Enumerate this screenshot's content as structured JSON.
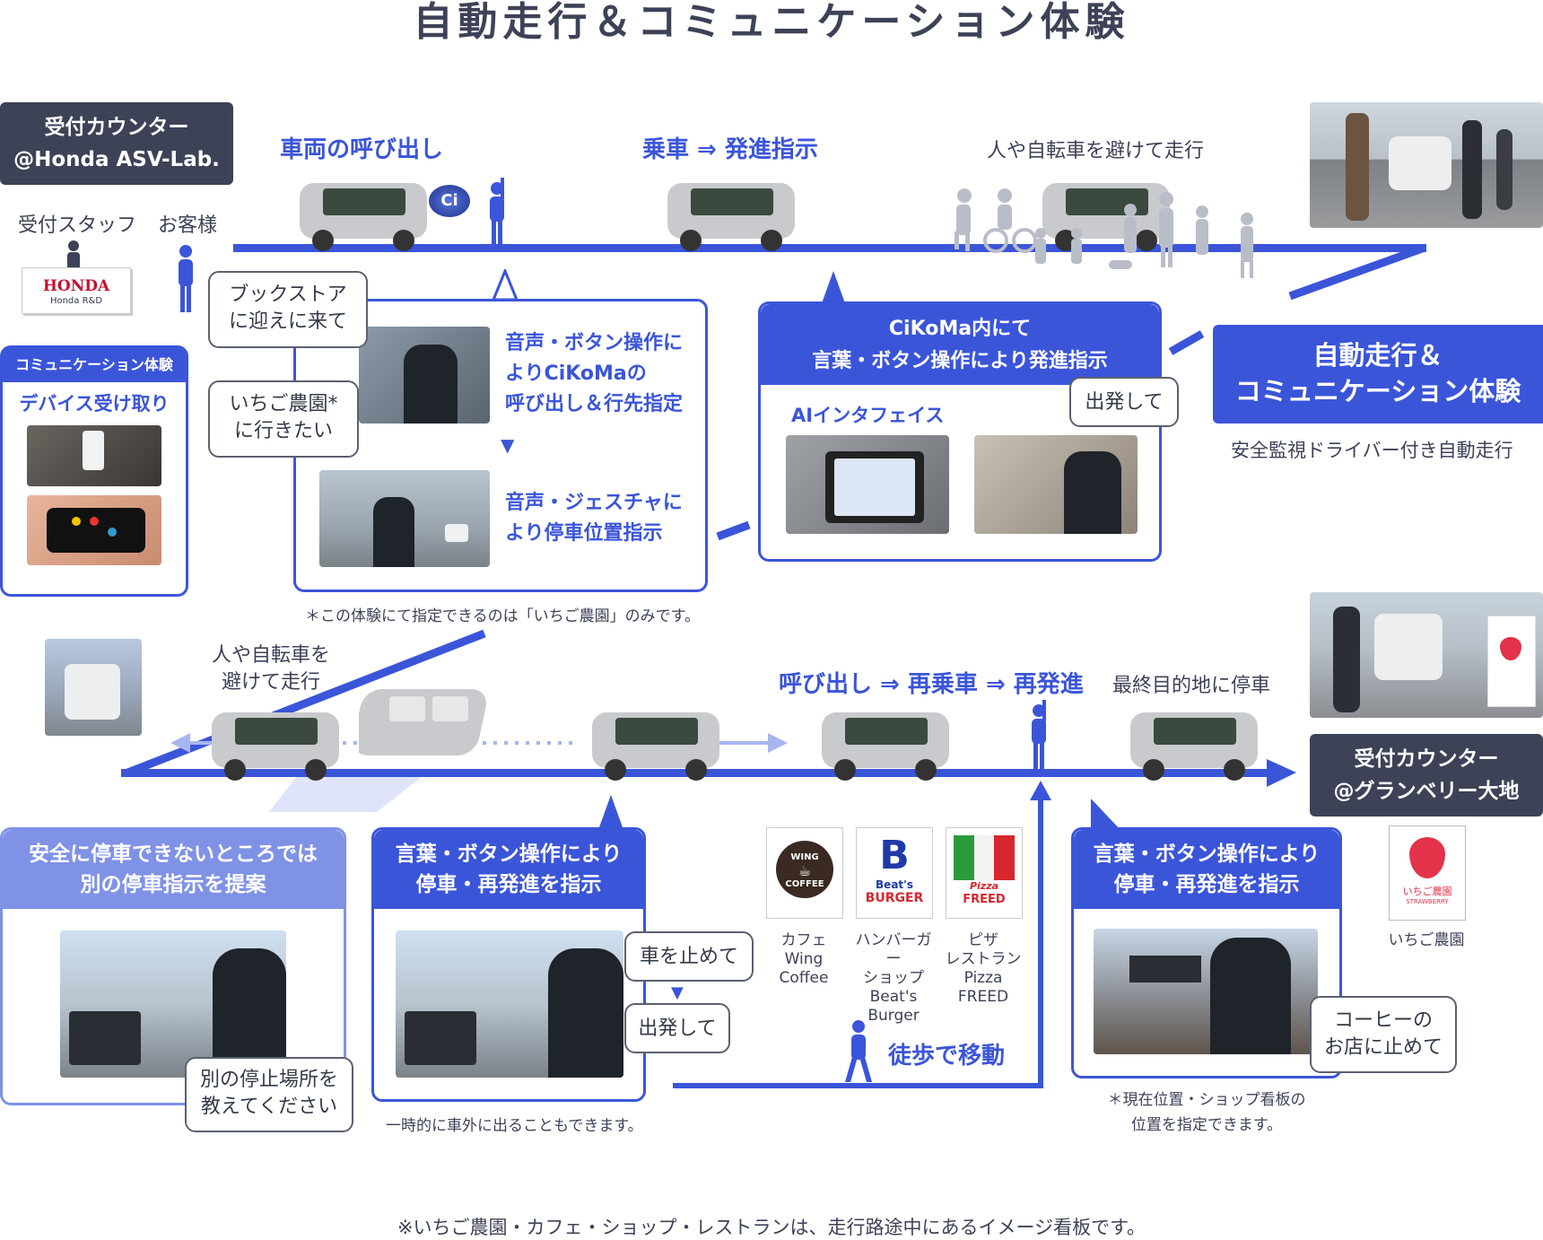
{
  "title": "自動走行＆コミュニケーション体験",
  "reception_start": {
    "line1": "受付カウンター",
    "line2": "@Honda ASV-Lab."
  },
  "staff_label": "受付スタッフ",
  "customer_label": "お客様",
  "honda_sign": {
    "brand": "HONDA",
    "sub": "Honda R&D"
  },
  "device_card": {
    "header": "コミュニケーション体験",
    "title": "デバイス受け取り"
  },
  "top_steps": {
    "call": "車両の呼び出し",
    "board": "乗車 ⇒ 発進指示",
    "avoid": "人や自転車を避けて走行"
  },
  "ci_badge": "Ci",
  "call_card": {
    "bubble1": "ブックストアに迎えに来て",
    "bubble2": "いちご農園*に行きたい",
    "text1": [
      "音声・ボタン操作に",
      "よりCiKoMaの",
      "呼び出し＆行先指定"
    ],
    "arrow": "▼",
    "text2": [
      "音声・ジェスチャに",
      "より停車位置指示"
    ]
  },
  "call_note": "＊この体験にて指定できるのは「いちご農園」のみです。",
  "start_card": {
    "header": [
      "CiKoMa内にて",
      "言葉・ボタン操作により発進指示"
    ],
    "ai_label": "AIインタフェイス",
    "bubble": "出発して"
  },
  "experience_box": {
    "line1": "自動走行＆",
    "line2": "コミュニケーション体験",
    "sub": "安全監視ドライバー付き自動走行"
  },
  "bottom_steps": {
    "avoid": [
      "人や自転車を",
      "避けて走行"
    ],
    "recall": "呼び出し ⇒ 再乗車 ⇒ 再発進",
    "final": "最終目的地に停車"
  },
  "reception_end": {
    "line1": "受付カウンター",
    "line2": "@グランベリー大地"
  },
  "safe_card": {
    "header": [
      "安全に停車できないところでは",
      "別の停車指示を提案"
    ],
    "bubble": [
      "別の停止場所を",
      "教えてください"
    ]
  },
  "stop_card": {
    "header": [
      "言葉・ボタン操作により",
      "停車・再発進を指示"
    ],
    "bubble1": "車を止めて",
    "arrow": "▼",
    "bubble2": "出発して"
  },
  "stop_note": "一時的に車外に出ることもできます。",
  "shops": [
    {
      "logo_top": "WING",
      "logo_bottom": "COFFEE",
      "label": [
        "カフェ",
        "Wing",
        "Coffee"
      ],
      "color": "#3a2a22"
    },
    {
      "logo_top": "Beat's",
      "logo_bottom": "BURGER",
      "label": [
        "ハンバーガー",
        "ショップ",
        "Beat's",
        "Burger"
      ],
      "color": "#d8262e"
    },
    {
      "logo_top": "Pizza",
      "logo_bottom": "FREED",
      "label": [
        "ピザ",
        "レストラン",
        "Pizza",
        "FREED"
      ],
      "color": "#2d9a3a"
    }
  ],
  "walk_label": "徒歩で移動",
  "final_card": {
    "header": [
      "言葉・ボタン操作により",
      "停車・再発進を指示"
    ],
    "bubble": [
      "コーヒーの",
      "お店に止めて"
    ]
  },
  "final_note": [
    "＊現在位置・ショップ看板の",
    "位置を指定できます。"
  ],
  "strawberry": {
    "sign_top": "いちご農園",
    "sign_bottom": "STRAWBERRY",
    "label": "いちご農園"
  },
  "footer": "※いちご農園・カフェ・ショップ・レストランは、走行路途中にあるイメージ看板です。",
  "colors": {
    "accent": "#3b55d9",
    "dark": "#3d4257",
    "light_accent": "#7f92e6"
  }
}
